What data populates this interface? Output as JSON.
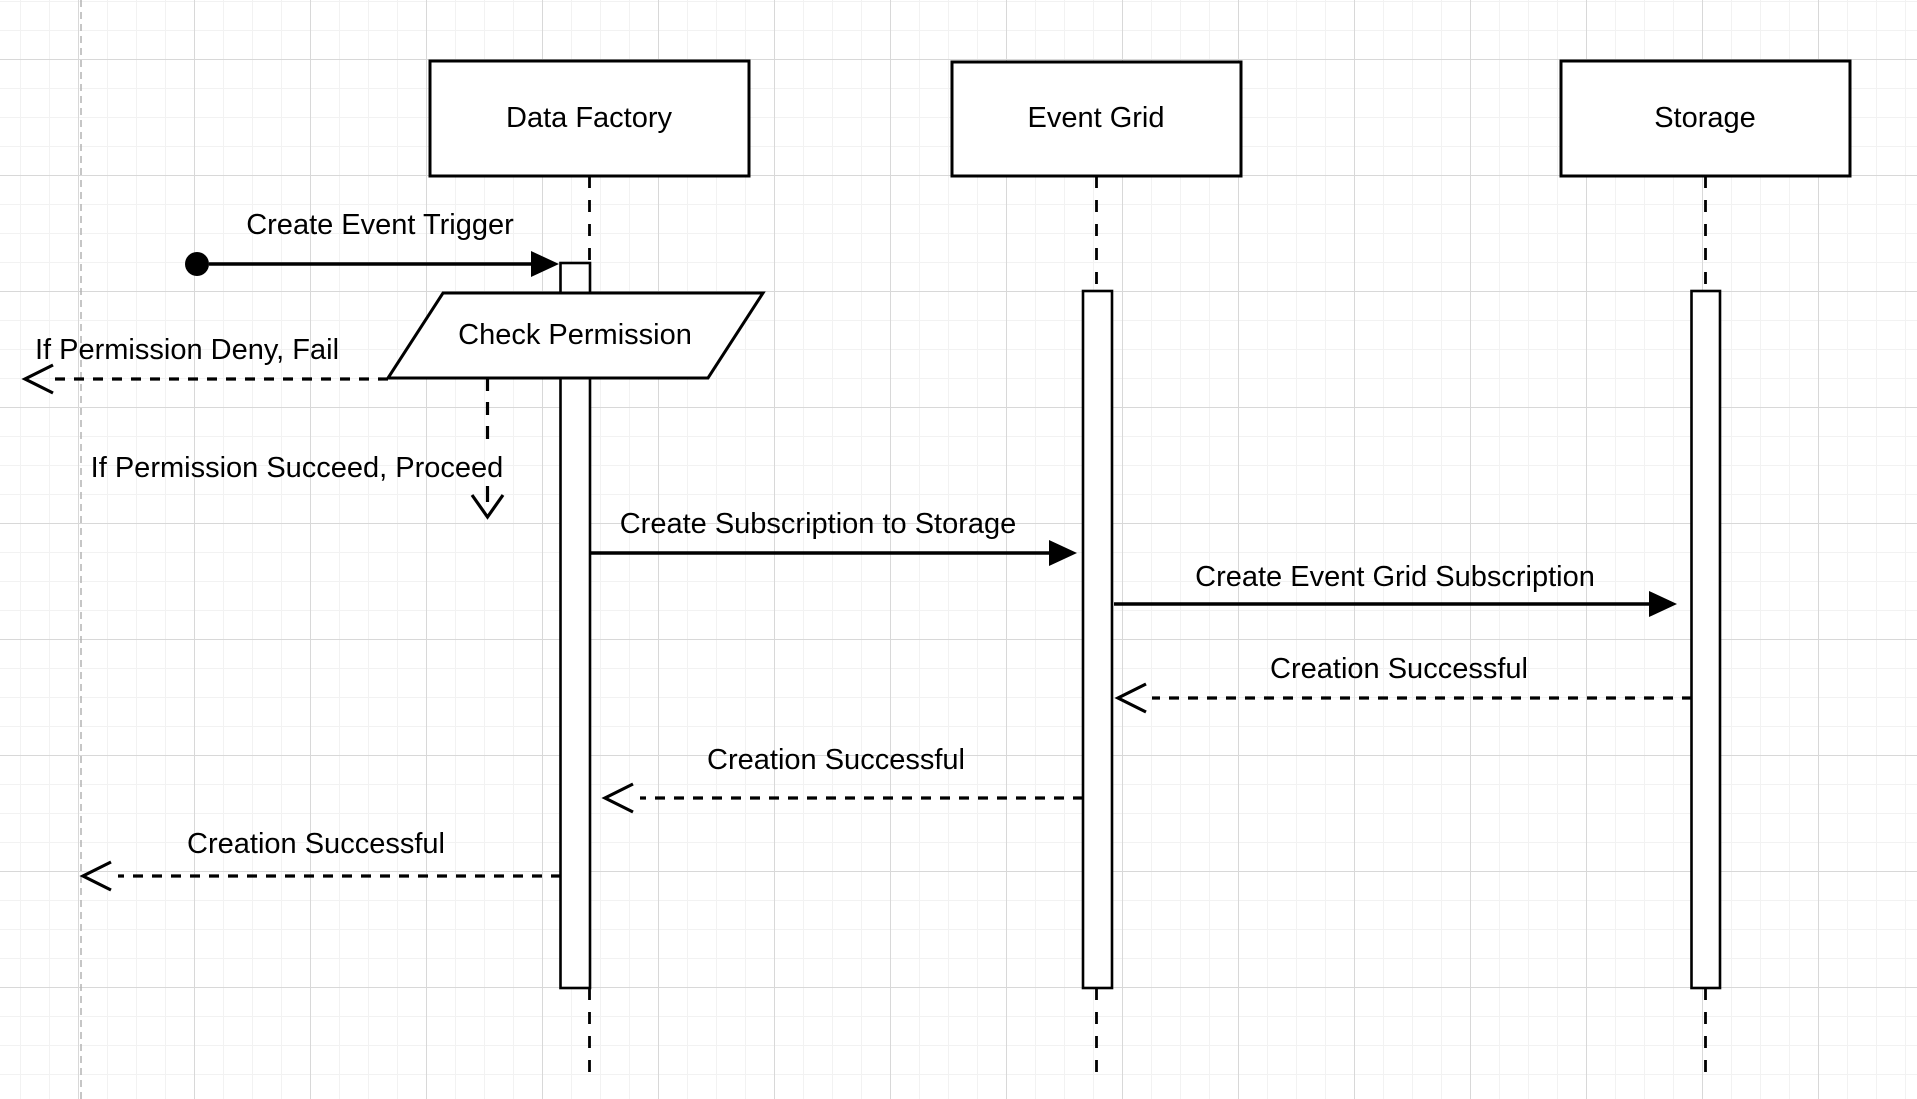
{
  "diagram": {
    "actors": [
      {
        "label": "Data Factory"
      },
      {
        "label": "Event Grid"
      },
      {
        "label": "Storage"
      }
    ],
    "action_shape": {
      "label": "Check Permission"
    },
    "messages": {
      "create_event_trigger": "Create Event Trigger",
      "permission_deny": "If Permission Deny, Fail",
      "permission_succeed": "If Permission Succeed, Proceed",
      "create_subscription_to_storage": "Create Subscription to Storage",
      "create_event_grid_subscription": "Create Event Grid Subscription",
      "creation_successful_storage_to_eventgrid": "Creation Successful",
      "creation_successful_eventgrid_to_datafactory": "Creation Successful",
      "creation_successful_datafactory_to_caller": "Creation Successful"
    },
    "colors": {
      "stroke": "#000000",
      "background": "#ffffff",
      "grid_minor": "#f2f2f2",
      "grid_major": "#d8d8d8",
      "guide_line": "#b3b3b3"
    }
  }
}
